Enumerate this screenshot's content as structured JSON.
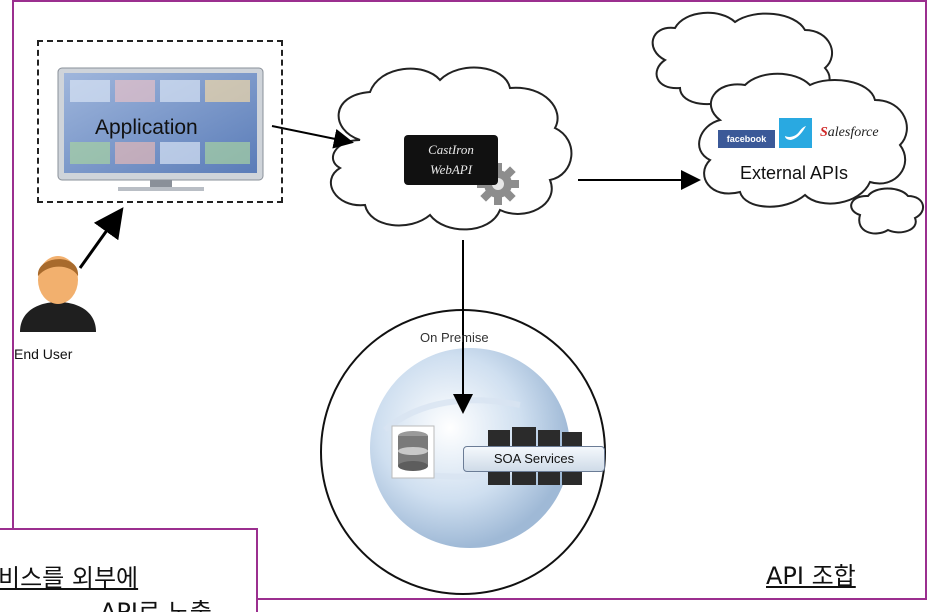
{
  "labels": {
    "application": "Application",
    "end_user": "End User",
    "external_apis": "External APIs",
    "on_premise": "On Premise",
    "soa_services": "SOA Services",
    "castiron_line1": "CastIron",
    "castiron_line2": "WebAPI",
    "api_combination": "API 조합",
    "bottom_line1": "비스를 외부에",
    "bottom_line2": "API로 노출"
  },
  "logos": {
    "facebook": "facebook",
    "twitter": "twitter-bird-icon",
    "salesforce": "salesforce"
  },
  "colors": {
    "frame": "#9b2f8f",
    "facebook": "#3b5998",
    "twitter": "#29a9e1",
    "salesforce_s": "#d02a2a"
  }
}
